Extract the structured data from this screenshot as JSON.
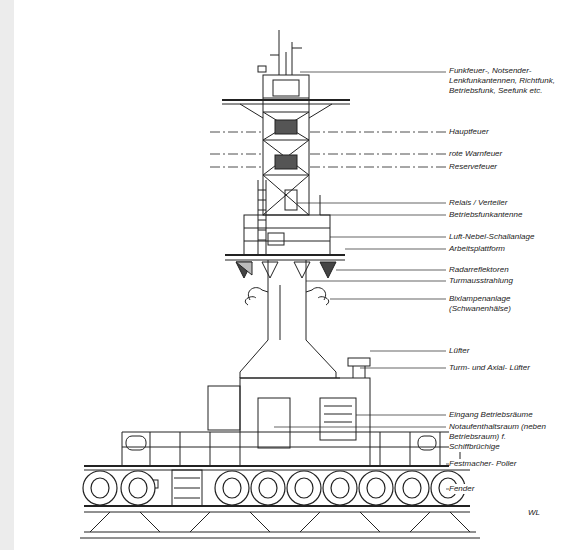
{
  "diagram": {
    "labels": [
      "Funkfeuer-, Notsender- Lenkfunkantennen, Richtfunk, Betriebsfunk, Seefunk etc.",
      "Hauptfeuer",
      "rote Warnfeuer",
      "Reservefeuer",
      "Relais / Verteiler",
      "Betriebsfunkantenne",
      "Luft-Nebel-Schallanlage",
      "Arbeitsplattform",
      "Radarreflektoren",
      "Turmausstrahlung",
      "Bixlampenanlage (Schwanenhälse)",
      "Lüfter",
      "Turm- und Axial- Lüfter",
      "Eingang Betriebsräume",
      "Notaufenthaltsraum (neben Betriebsraum) f. Schiffbrüchige",
      "Festmacher- Poller",
      "Fender",
      "WL"
    ]
  }
}
